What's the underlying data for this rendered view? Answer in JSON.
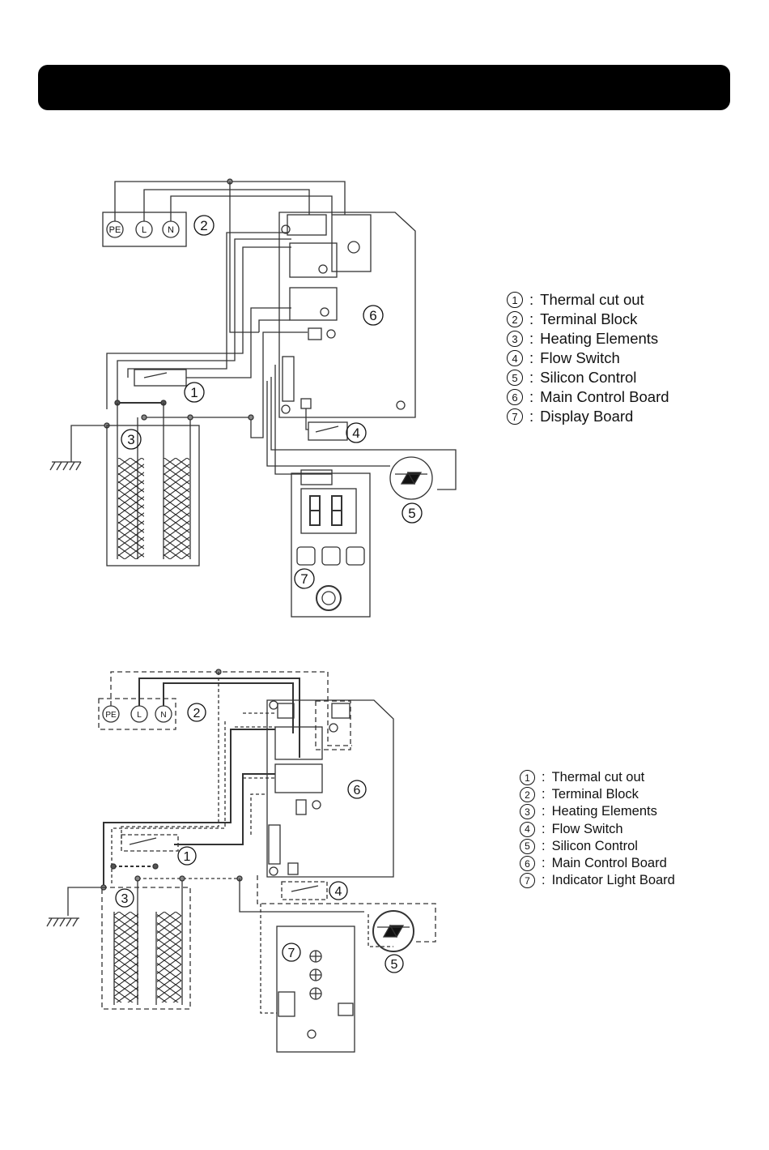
{
  "diagram1": {
    "terminals": [
      "PE",
      "L",
      "N"
    ],
    "callouts": [
      "1",
      "2",
      "3",
      "4",
      "5",
      "6",
      "7"
    ],
    "legend": [
      {
        "num": "1",
        "label": "Thermal cut out"
      },
      {
        "num": "2",
        "label": "Terminal Block"
      },
      {
        "num": "3",
        "label": "Heating Elements"
      },
      {
        "num": "4",
        "label": "Flow Switch"
      },
      {
        "num": "5",
        "label": "Silicon Control"
      },
      {
        "num": "6",
        "label": "Main Control Board"
      },
      {
        "num": "7",
        "label": "Display Board"
      }
    ]
  },
  "diagram2": {
    "terminals": [
      "PE",
      "L",
      "N"
    ],
    "callouts": [
      "1",
      "2",
      "3",
      "4",
      "5",
      "6",
      "7"
    ],
    "legend": [
      {
        "num": "1",
        "label": "Thermal cut out"
      },
      {
        "num": "2",
        "label": "Terminal Block"
      },
      {
        "num": "3",
        "label": "Heating Elements"
      },
      {
        "num": "4",
        "label": "Flow Switch"
      },
      {
        "num": "5",
        "label": "Silicon Control"
      },
      {
        "num": "6",
        "label": "Main Control Board"
      },
      {
        "num": "7",
        "label": "Indicator Light Board"
      }
    ]
  },
  "symbols": {
    "colon": ":"
  }
}
